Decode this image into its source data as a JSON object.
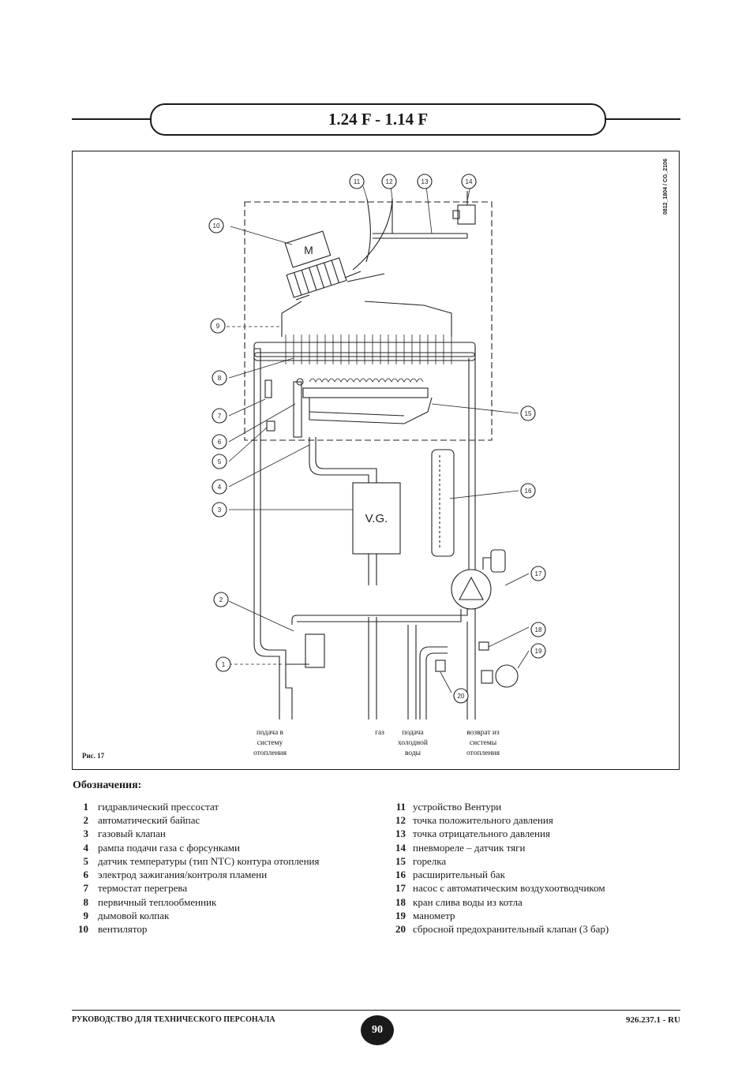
{
  "header": {
    "title": "1.24 F - 1.14 F"
  },
  "figure": {
    "label": "Рис. 17",
    "code": "0812_1804 / CG_2106",
    "valve_label": "V.G.",
    "fan_label": "M",
    "callouts": [
      "1",
      "2",
      "3",
      "4",
      "5",
      "6",
      "7",
      "8",
      "9",
      "10",
      "11",
      "12",
      "13",
      "14",
      "15",
      "16",
      "17",
      "18",
      "19",
      "20"
    ],
    "connections": [
      {
        "label": "подача в\nсистему\nотопления"
      },
      {
        "label": "газ"
      },
      {
        "label": "подача\nхолодной\nводы"
      },
      {
        "label": "возврат из\nсистемы\nотопления"
      }
    ]
  },
  "legend": {
    "title": "Обозначения:",
    "left": [
      {
        "num": "1",
        "text": "гидравлический прессостат"
      },
      {
        "num": "2",
        "text": "автоматический байпас"
      },
      {
        "num": "3",
        "text": "газовый клапан"
      },
      {
        "num": "4",
        "text": "рампа подачи газа с форсунками"
      },
      {
        "num": "5",
        "text": "датчик температуры (тип NTC) контура отопления"
      },
      {
        "num": "6",
        "text": "электрод зажигания/контроля пламени"
      },
      {
        "num": "7",
        "text": "термостат перегрева"
      },
      {
        "num": "8",
        "text": "первичный теплообменник"
      },
      {
        "num": "9",
        "text": "дымовой колпак"
      },
      {
        "num": "10",
        "text": "вентилятор"
      }
    ],
    "right": [
      {
        "num": "11",
        "text": "устройство Вентури"
      },
      {
        "num": "12",
        "text": "точка положительного давления"
      },
      {
        "num": "13",
        "text": "точка отрицательного давления"
      },
      {
        "num": "14",
        "text": "пневмореле – датчик тяги"
      },
      {
        "num": "15",
        "text": "горелка"
      },
      {
        "num": "16",
        "text": "расширительный бак"
      },
      {
        "num": "17",
        "text": "насос с автоматическим воздухоотводчиком"
      },
      {
        "num": "18",
        "text": "кран слива воды из котла"
      },
      {
        "num": "19",
        "text": "манометр"
      },
      {
        "num": "20",
        "text": "сбросной предохранительный клапан (3 бар)"
      }
    ]
  },
  "footer": {
    "left": "РУКОВОДСТВО ДЛЯ ТЕХНИЧЕСКОГО ПЕРСОНАЛА",
    "page": "90",
    "right": "926.237.1 - RU"
  }
}
